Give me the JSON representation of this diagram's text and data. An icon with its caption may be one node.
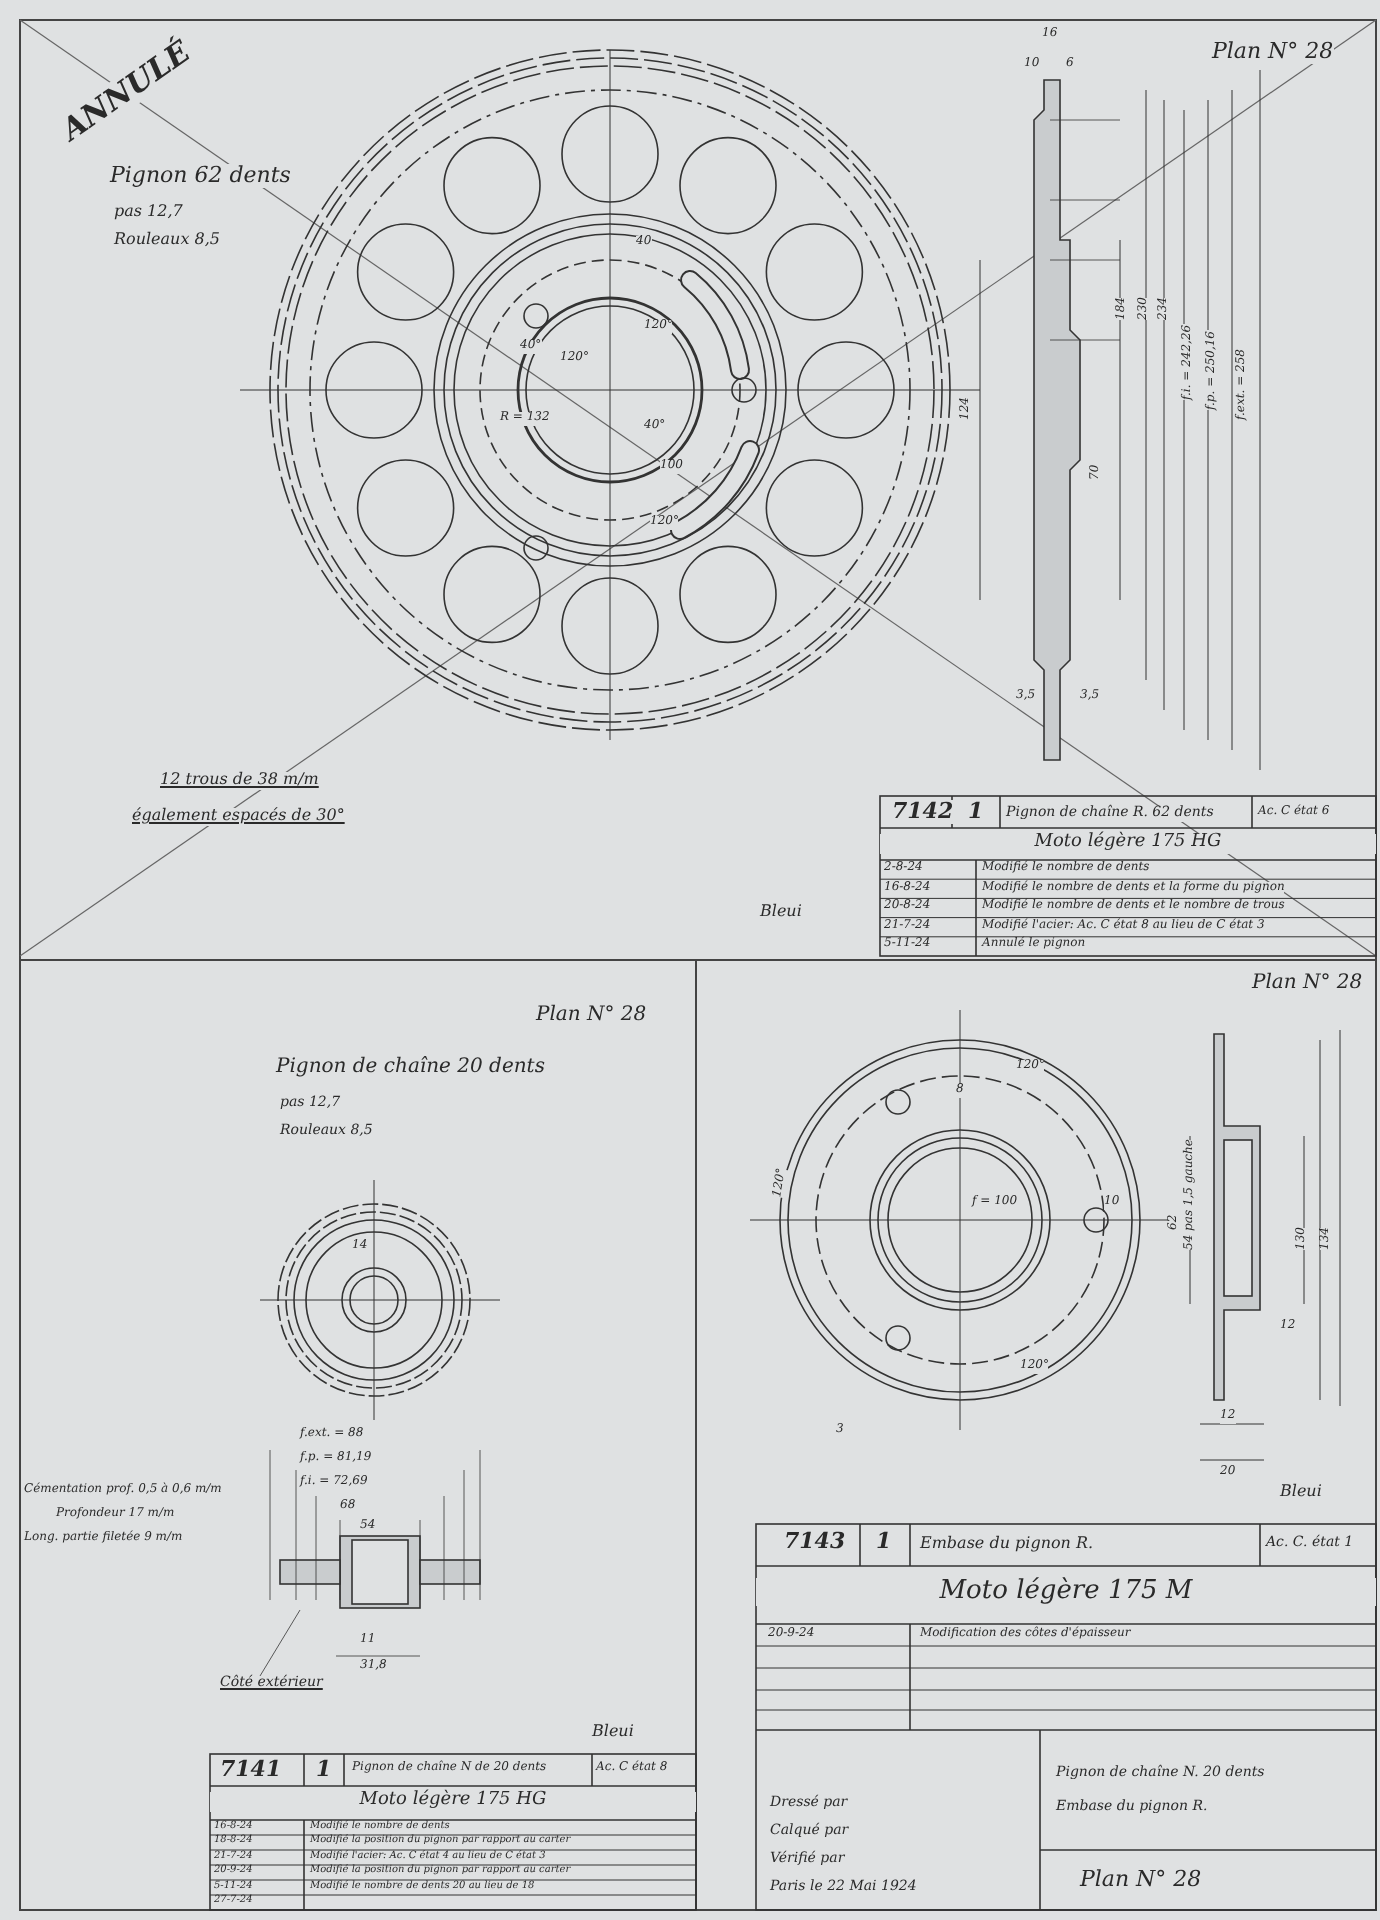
{
  "diagram": {
    "labels": [
      "ANNULÉ",
      "Pignon 62 dents",
      "pas 12,7",
      "Rouleaux 8,5",
      "Plan N° 28",
      "16",
      "10",
      "6",
      "124",
      "184",
      "230",
      "234",
      "f.i. = 242,26",
      "f.p. = 250,16",
      "f.ext. = 258",
      "70",
      "3,5",
      "3,5",
      "R = 132",
      "40",
      "120°",
      "120°",
      "40°",
      "40°",
      "100",
      "120°",
      "12 trous de 38 m/m",
      "également espacés de 30°",
      "Bleui",
      "7142",
      "1",
      "Pignon de chaîne R. 62 dents",
      "Ac. C état 6",
      "Moto légère 175 HG",
      "2-8-24",
      "Modifié le nombre de dents",
      "16-8-24",
      "Modifié le nombre de dents et la forme du pignon",
      "20-8-24",
      "Modifié le nombre de dents et le nombre de trous",
      "21-7-24",
      "Modifié l'acier: Ac. C état 8 au lieu de C état 3",
      "5-11-24",
      "Annulé le pignon",
      "Plan N° 28",
      "Pignon de chaîne 20 dents",
      "pas 12,7",
      "Rouleaux 8,5",
      "14",
      "f.ext. = 88",
      "f.p. = 81,19",
      "f.i. = 72,69",
      "68",
      "54",
      "Cémentation prof. 0,5 à 0,6 m/m",
      "Profondeur 17 m/m",
      "Long. partie filetée 9 m/m",
      "11",
      "31,8",
      "Côté extérieur",
      "Bleui",
      "7141",
      "1",
      "Pignon de chaîne N de 20 dents",
      "Ac. C état 8",
      "Moto légère 175 HG",
      "16-8-24",
      "Modifié le nombre de dents",
      "18-8-24",
      "Modifié la position du pignon par rapport au carter",
      "21-7-24",
      "Modifié l'acier: Ac. C état 4 au lieu de C état 3",
      "20-9-24",
      "Modifié la position du pignon par rapport au carter",
      "5-11-24",
      "Modifié le nombre de dents 20 au lieu de 18",
      "27-7-24",
      "Plan N° 28",
      "120°",
      "120°",
      "120°",
      "8",
      "f = 100",
      "10",
      "3",
      "62",
      "54 pas 1,5 gauche",
      "12",
      "12",
      "20",
      "130",
      "134",
      "Bleui",
      "7143",
      "1",
      "Embase du pignon R.",
      "Ac. C. état 1",
      "Moto légère 175 M",
      "20-9-24",
      "Modification des côtes d'épaisseur",
      "Dressé par",
      "Calqué par",
      "Vérifié par",
      "Paris le 22 Mai 1924",
      "Pignon de chaîne N. 20 dents",
      "Embase du pignon R.",
      "Plan N° 28"
    ]
  }
}
